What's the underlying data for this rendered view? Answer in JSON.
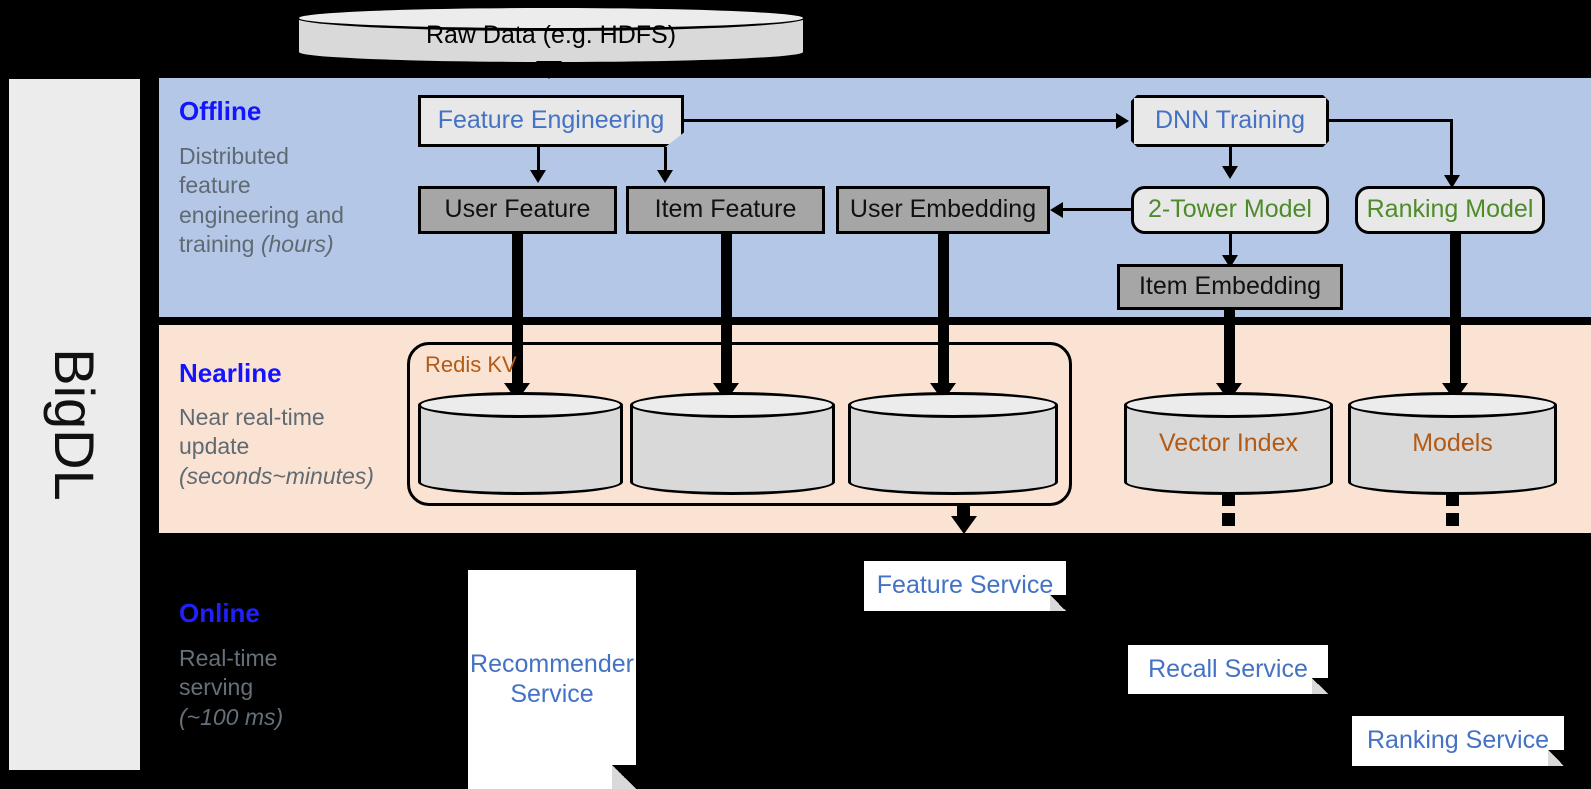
{
  "rail": {
    "label": "BigDL"
  },
  "stages": [
    {
      "key": "offline",
      "title": "Offline",
      "desc": "Distributed feature engineering and training (hours)"
    },
    {
      "key": "nearline",
      "title": "Nearline",
      "desc": "Near real-time update (seconds~minutes)"
    },
    {
      "key": "online",
      "title": "Online",
      "desc": "Real-time serving (~100 ms)"
    }
  ],
  "offline_desc_lines": {
    "l1": "Distributed",
    "l2": "feature",
    "l3": "engineering and",
    "l4": "training ",
    "l4i": "(hours)"
  },
  "nearline_desc_lines": {
    "l1": "Near real-time",
    "l2": "update",
    "l3": "(seconds~minutes)"
  },
  "online_desc_lines": {
    "l1": "Real-time",
    "l2": "serving",
    "l3": "(~100 ms)"
  },
  "source": {
    "label": "Raw Data (e.g. HDFS)"
  },
  "offline": {
    "feature_engineering": "Feature Engineering",
    "dnn_training": "DNN Training",
    "user_feature": "User Feature",
    "item_feature": "Item Feature",
    "user_embedding": "User Embedding",
    "two_tower_model": "2-Tower Model",
    "ranking_model": "Ranking Model",
    "item_embedding": "Item Embedding"
  },
  "nearline": {
    "redis_group": "Redis KV",
    "store_user_feature": "",
    "store_item_feature": "",
    "store_user_embedding": "",
    "vector_index": "Vector Index",
    "models": "Models"
  },
  "online": {
    "recommender_service": "Recommender Service",
    "recommender_service_l1": "Recommender",
    "recommender_service_l2": "Service",
    "feature_service": "Feature Service",
    "recall_service": "Recall Service",
    "ranking_service": "Ranking Service"
  },
  "colors": {
    "offline_band": "#b4c7e7",
    "nearline_band": "#fae3d3",
    "online_band": "#000000",
    "stage_title": "#1414ff",
    "stage_desc": "#5f6a72",
    "process_text": "#4472c4",
    "model_text": "#4e8b2b",
    "store_text": "#b35a15",
    "data_box_fill": "#a6a6a6",
    "process_fill": "#e8e8e8",
    "cylinder_fill": "#d9d9d9",
    "rail_fill": "#ececec"
  }
}
